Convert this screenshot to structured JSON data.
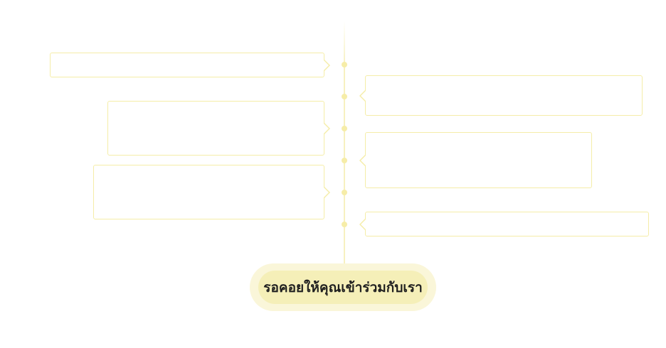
{
  "center_title": "รอคอยให้คุณเข้าร่วมกับเรา",
  "branches": [
    {
      "side": "left",
      "text": ""
    },
    {
      "side": "right",
      "text": ""
    },
    {
      "side": "left",
      "text": ""
    },
    {
      "side": "right",
      "text": ""
    },
    {
      "side": "left",
      "text": ""
    },
    {
      "side": "right",
      "text": ""
    }
  ],
  "colors": {
    "accent_light": "#faf6d9",
    "accent": "#f5efb8",
    "border": "#f5eda8",
    "text": "#1f1f1f"
  }
}
